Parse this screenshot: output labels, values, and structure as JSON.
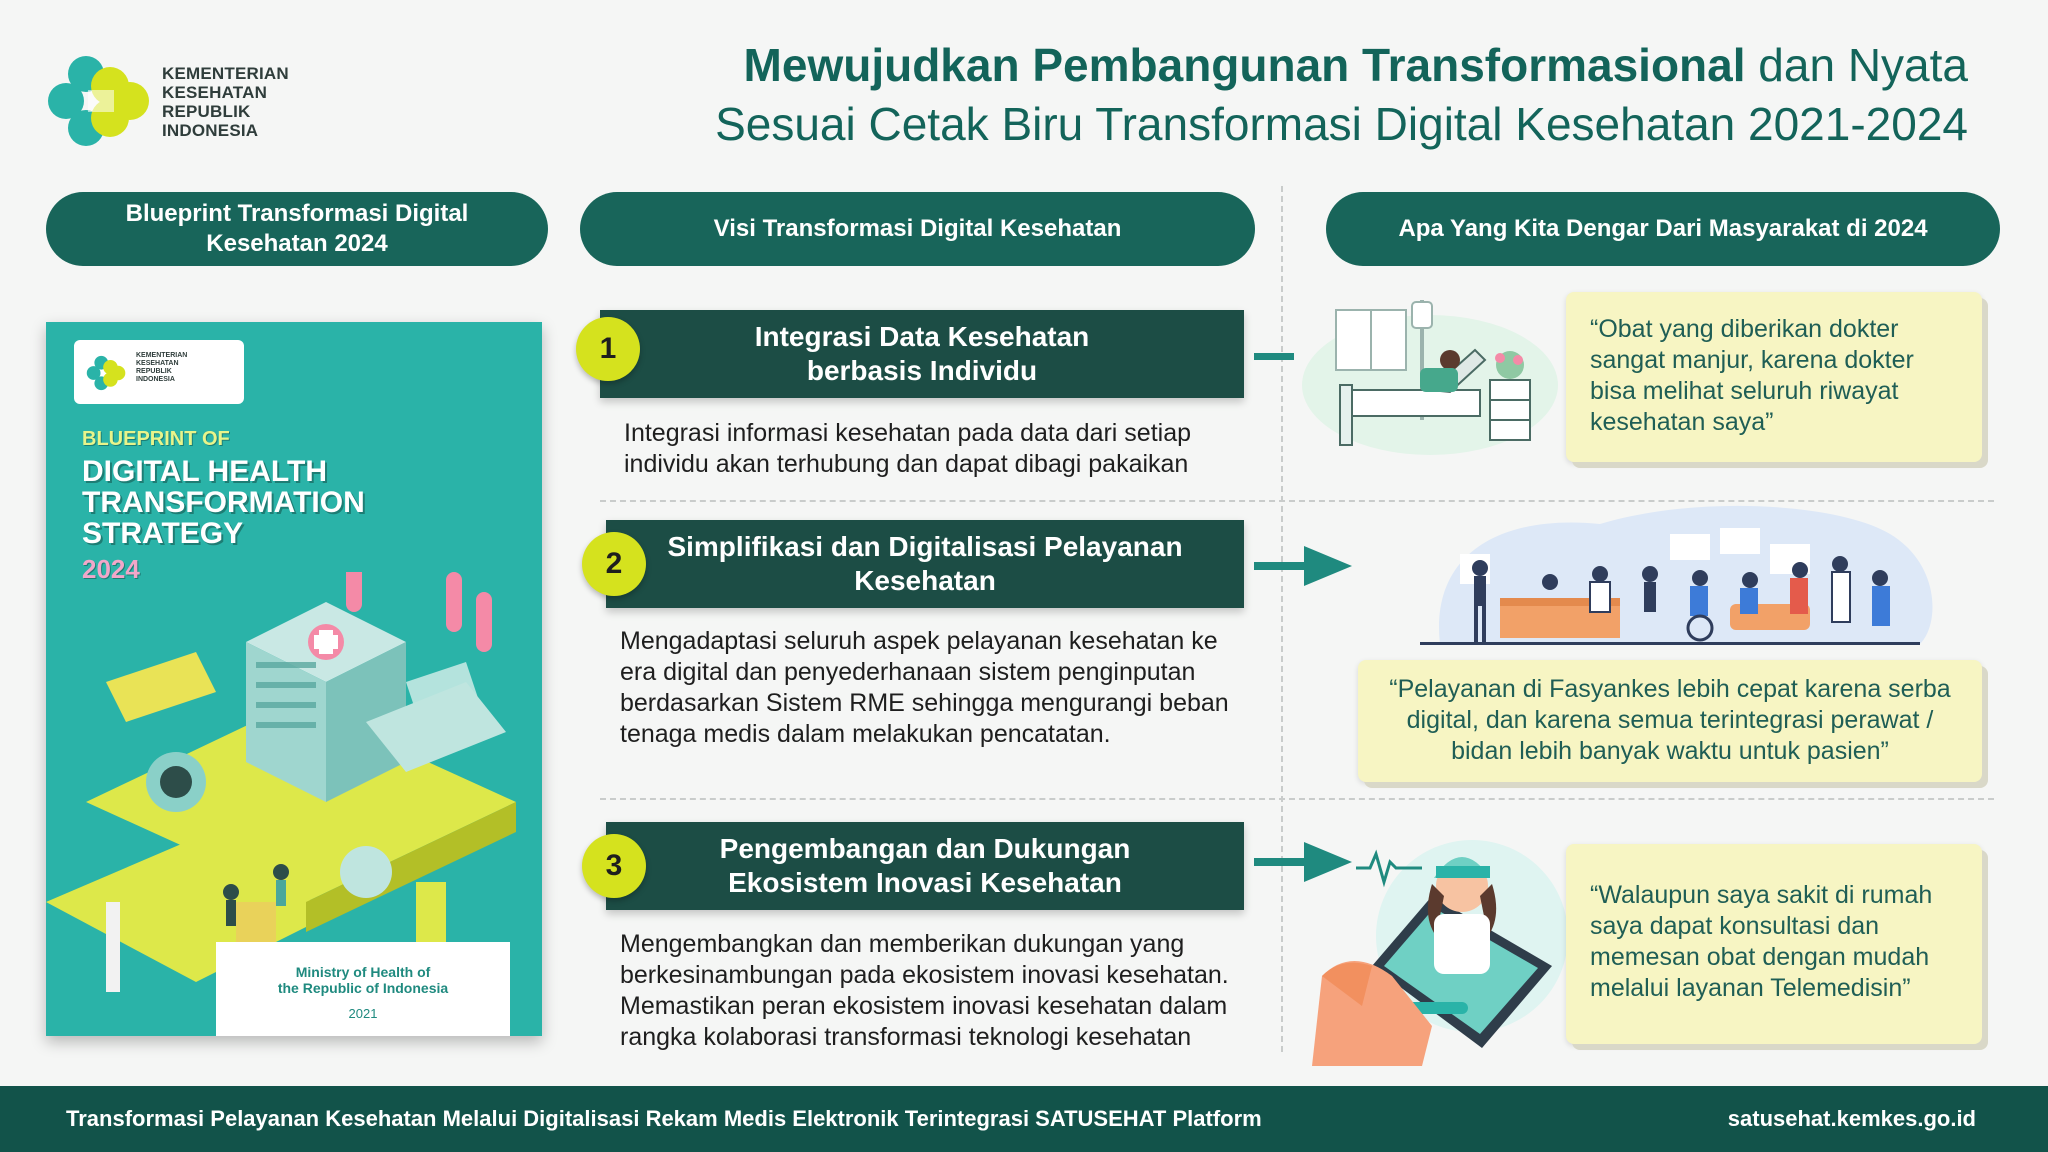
{
  "logo": {
    "lines": [
      "KEMENTERIAN",
      "KESEHATAN",
      "REPUBLIK",
      "INDONESIA"
    ],
    "colors": {
      "teal": "#2ab3a8",
      "lime": "#d5e21e"
    }
  },
  "title": {
    "line1_bold": "Mewujudkan Pembangunan Transformasional",
    "line1_light": "dan Nyata",
    "line2": "Sesuai Cetak Biru Transformasi Digital Kesehatan 2021-2024"
  },
  "columns": {
    "blueprint": "Blueprint Transformasi Digital Kesehatan 2024",
    "vision": "Visi Transformasi Digital Kesehatan",
    "public": "Apa Yang Kita Dengar Dari Masyarakat di 2024"
  },
  "cover": {
    "logo_text": "KEMENTERIAN KESEHATAN REPUBLIK INDONESIA",
    "pretitle": "BLUEPRINT OF",
    "title_lines": [
      "DIGITAL HEALTH",
      "TRANSFORMATION",
      "STRATEGY"
    ],
    "year": "2024",
    "footer_line1": "Ministry of Health of",
    "footer_line2": "the Republic of Indonesia",
    "footer_year": "2021"
  },
  "visions": [
    {
      "number": "1",
      "title": "Integrasi Data Kesehatan berbasis Individu",
      "description": "Integrasi informasi kesehatan pada data dari setiap individu akan terhubung dan dapat dibagi pakaikan"
    },
    {
      "number": "2",
      "title": "Simplifikasi dan Digitalisasi Pelayanan Kesehatan",
      "description": "Mengadaptasi seluruh aspek pelayanan kesehatan ke era digital dan penyederhanaan sistem penginputan berdasarkan Sistem RME sehingga mengurangi beban tenaga medis dalam melakukan pencatatan."
    },
    {
      "number": "3",
      "title": "Pengembangan dan Dukungan Ekosistem Inovasi Kesehatan",
      "description": "Mengembangkan dan memberikan dukungan yang berkesinambungan pada ekosistem inovasi kesehatan. Memastikan peran ekosistem inovasi kesehatan dalam rangka kolaborasi transformasi teknologi kesehatan"
    }
  ],
  "quotes": [
    "“Obat yang diberikan dokter sangat manjur, karena dokter bisa melihat seluruh riwayat kesehatan saya”",
    "“Pelayanan di Fasyankes lebih cepat karena serba digital, dan karena semua terintegrasi perawat / bidan lebih banyak waktu untuk pasien”",
    "“Walaupun saya sakit di rumah saya dapat konsultasi dan memesan obat dengan mudah melalui layanan Telemedisin”"
  ],
  "footer": {
    "left": "Transformasi Pelayanan Kesehatan Melalui Digitalisasi Rekam Medis Elektronik Terintegrasi SATUSEHAT Platform",
    "right": "satusehat.kemkes.go.id"
  },
  "theme": {
    "primary": "#18655a",
    "dark_bar": "#1c4d45",
    "badge": "#d5e21e",
    "quote_bg": "#f7f5c3",
    "footer": "#12534a"
  }
}
